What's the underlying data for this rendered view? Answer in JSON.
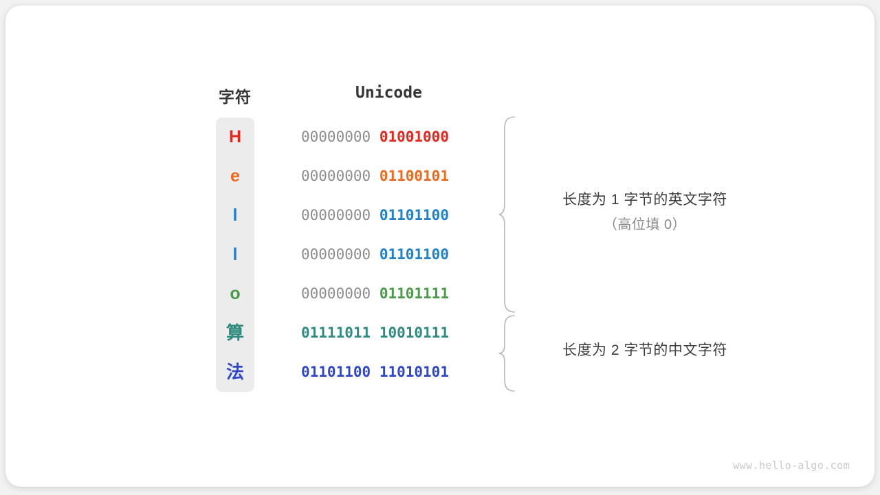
{
  "headers": {
    "character": "字符",
    "unicode": "Unicode"
  },
  "rows": [
    {
      "char": "H",
      "color": "#e8251d",
      "high_byte": "00000000",
      "low_byte": "01001000",
      "high_bold": false,
      "cjk": false
    },
    {
      "char": "e",
      "color": "#f06a1e",
      "high_byte": "00000000",
      "low_byte": "01100101",
      "high_bold": false,
      "cjk": false
    },
    {
      "char": "l",
      "color": "#2080c8",
      "high_byte": "00000000",
      "low_byte": "01101100",
      "high_bold": false,
      "cjk": false
    },
    {
      "char": "l",
      "color": "#2080c8",
      "high_byte": "00000000",
      "low_byte": "01101100",
      "high_bold": false,
      "cjk": false
    },
    {
      "char": "o",
      "color": "#4a9a4a",
      "high_byte": "00000000",
      "low_byte": "01101111",
      "high_bold": false,
      "cjk": false
    },
    {
      "char": "算",
      "color": "#2e8b7f",
      "high_byte": "01111011",
      "low_byte": "10010111",
      "high_bold": true,
      "cjk": true
    },
    {
      "char": "法",
      "color": "#2f47c8",
      "high_byte": "01101100",
      "low_byte": "11010101",
      "high_bold": true,
      "cjk": true
    }
  ],
  "annotations": [
    {
      "line1": "长度为 1 字节的英文字符",
      "line2": "（高位填 0）"
    },
    {
      "line1": "长度为 2 字节的中文字符",
      "line2": ""
    }
  ],
  "watermark": "www.hello-algo.com",
  "colors": {
    "panel": "#ecececec",
    "brace": "#b5b5b5",
    "header_text": "#353535",
    "high_byte": "#8c8c8c"
  }
}
